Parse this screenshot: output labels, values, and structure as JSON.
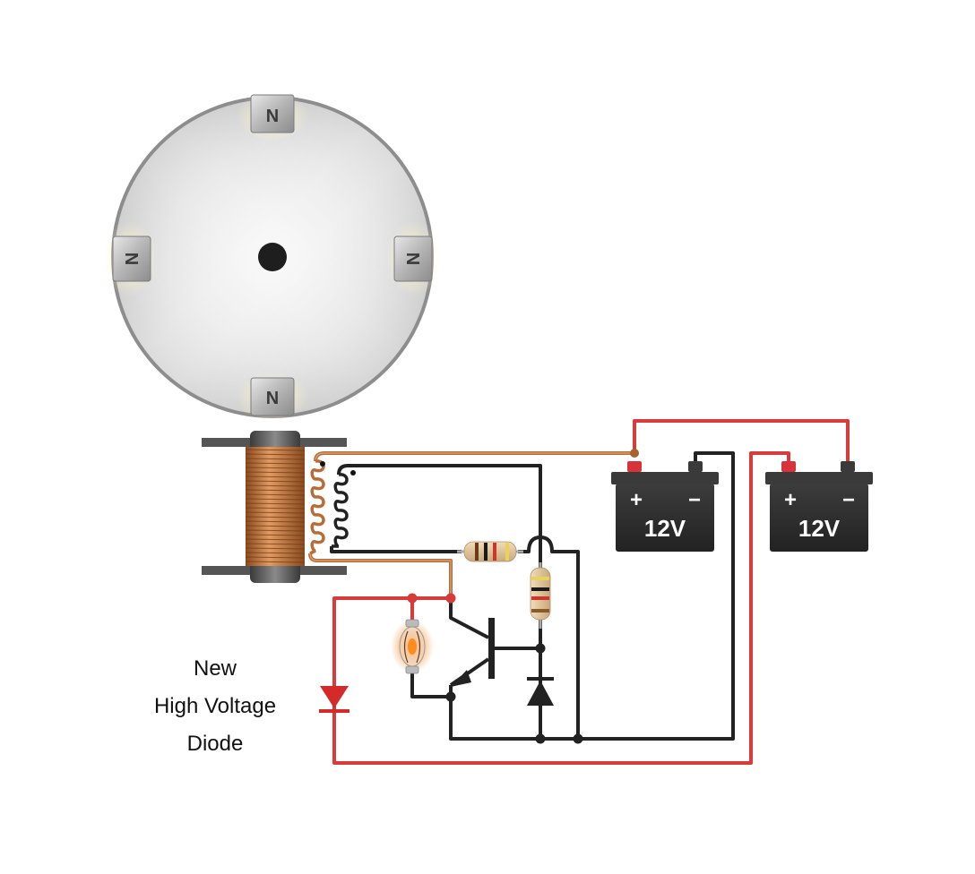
{
  "diagram": {
    "title": "Magnet rotor generator circuit with twin 12V batteries",
    "colors": {
      "background": "#ffffff",
      "copper_wire": "#c47a46",
      "black_wire": "#222222",
      "red_wire": "#d93a3a",
      "battery_body": "#2e2e2e",
      "battery_positive_terminal": "#d8323a",
      "disc_metal": "#c8c8c8",
      "neon_glow": "#f08a2a"
    },
    "rotor": {
      "name": "rotor-disc",
      "magnets": [
        {
          "position": "top",
          "letter": "N"
        },
        {
          "position": "left",
          "letter": "N"
        },
        {
          "position": "right",
          "letter": "N"
        },
        {
          "position": "bottom",
          "letter": "N"
        }
      ]
    },
    "coil": {
      "name": "bobbin-coil",
      "icon": "coil-icon"
    },
    "transformer": {
      "primary_color": "copper",
      "secondary_color": "black",
      "dot_markers": 2
    },
    "resistors": [
      {
        "orientation": "horizontal",
        "bands": [
          "#6b3a1e",
          "#1a1a1a",
          "#d0352b",
          "#e8d25a"
        ]
      },
      {
        "orientation": "vertical",
        "bands": [
          "#e8d25a",
          "#1a1a1a",
          "#d0352b",
          "#8a5a2e"
        ]
      }
    ],
    "batteries": [
      {
        "positive_symbol": "+",
        "negative_symbol": "−",
        "voltage": "12V"
      },
      {
        "positive_symbol": "+",
        "negative_symbol": "−",
        "voltage": "12V"
      }
    ],
    "components": {
      "transistor": "npn-transistor-icon",
      "neon_bulb": "neon-bulb-icon",
      "zener_diode": "diode-icon",
      "hv_diode": "diode-icon"
    },
    "annotation": {
      "lines": [
        "New",
        "High Voltage",
        "Diode"
      ]
    }
  }
}
